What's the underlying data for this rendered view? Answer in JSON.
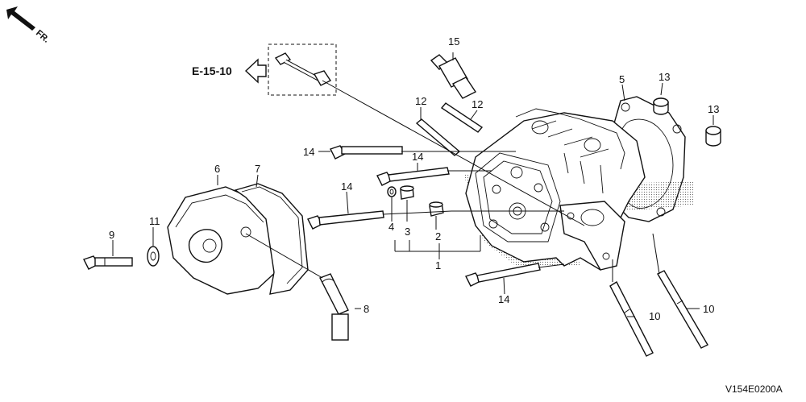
{
  "direction": {
    "text": "FR."
  },
  "reference": {
    "text": "E-15-10"
  },
  "diagram_code": "V154E0200A",
  "callouts": {
    "c1": "1",
    "c2": "2",
    "c3": "3",
    "c4": "4",
    "c5": "5",
    "c6": "6",
    "c7": "7",
    "c8": "8",
    "c9": "9",
    "c10a": "10",
    "c10b": "10",
    "c11": "11",
    "c12a": "12",
    "c12b": "12",
    "c13a": "13",
    "c13b": "13",
    "c14a": "14",
    "c14b": "14",
    "c14c": "14",
    "c14d": "14",
    "c15": "15"
  }
}
